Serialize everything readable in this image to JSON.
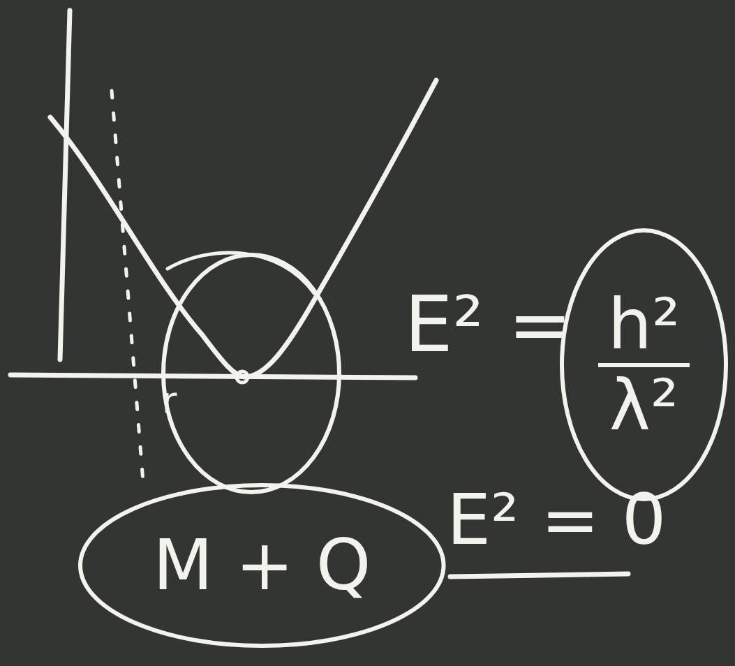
{
  "diagram": {
    "nodes": [
      {
        "text": [
          "h²",
          "λ²"
        ]
      },
      {
        "text": [
          "M + Q"
        ]
      }
    ],
    "labels": [
      "E² =",
      "r",
      "E² = 0"
    ]
  }
}
